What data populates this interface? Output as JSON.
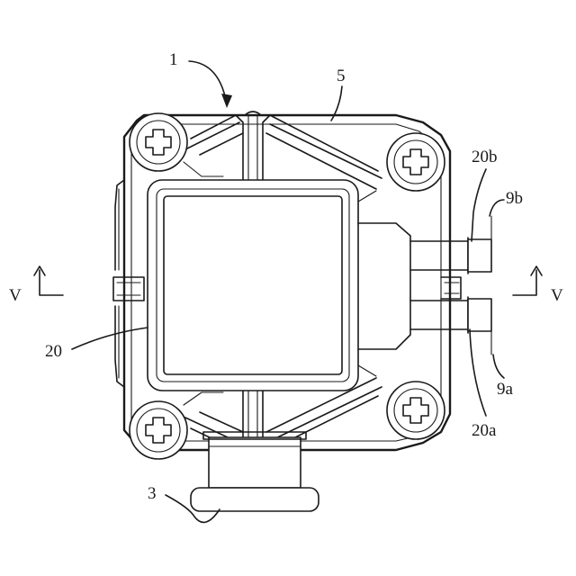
{
  "labels": {
    "assembly": "1",
    "connector": "3",
    "cover": "5",
    "terminal_upper": "9b",
    "terminal_lower": "9a",
    "housing": "20",
    "housing_upper": "20b",
    "housing_lower": "20a",
    "section_left": "V",
    "section_right": "V"
  }
}
